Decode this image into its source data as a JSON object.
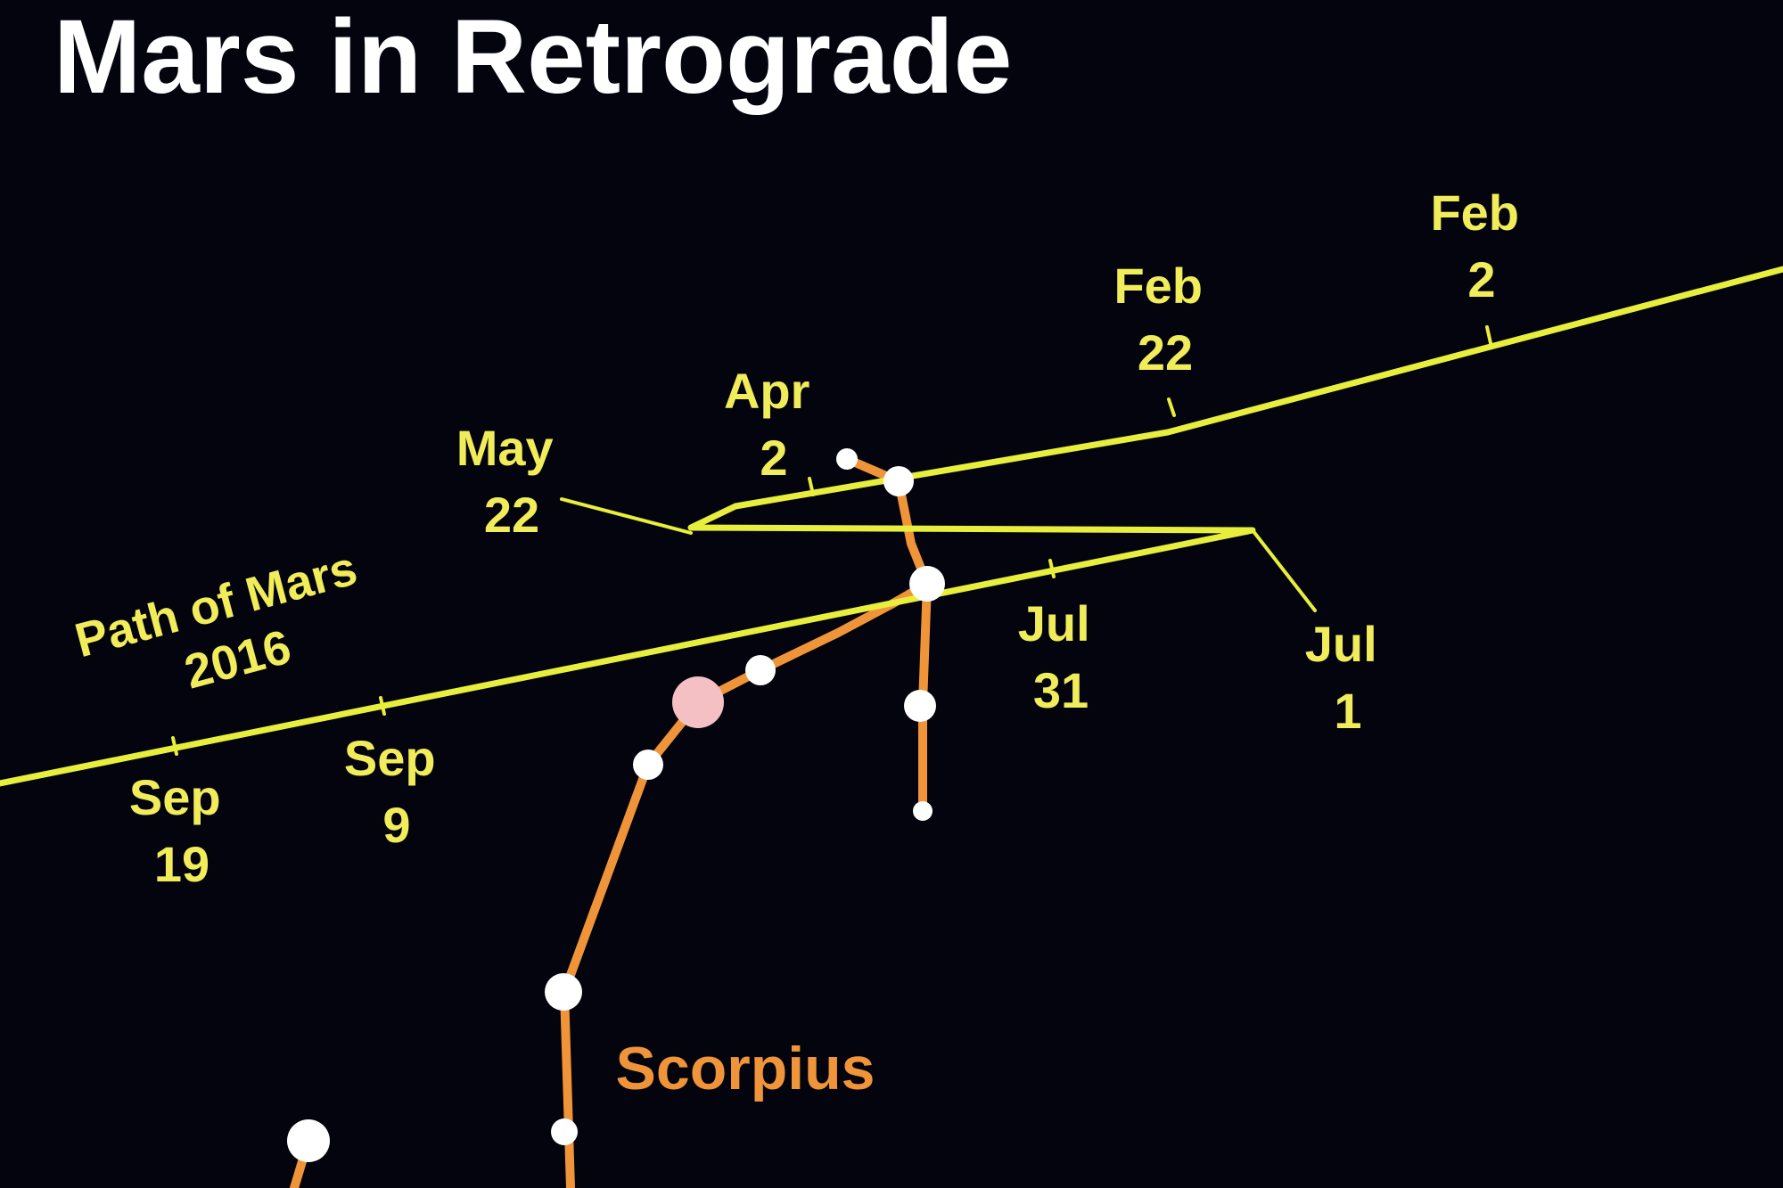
{
  "title": "Mars in Retrograde",
  "colors": {
    "background": "#04040f",
    "path": "#e8ee3c",
    "path_label": "#f0ec5a",
    "constellation": "#f0943a",
    "star": "#ffffff",
    "mars": "#f4c0c4"
  },
  "path_label": {
    "line1": "Path of Mars",
    "line2": "2016"
  },
  "date_labels": [
    {
      "month": "Feb",
      "day": "2"
    },
    {
      "month": "Feb",
      "day": "22"
    },
    {
      "month": "Apr",
      "day": "2"
    },
    {
      "month": "May",
      "day": "22"
    },
    {
      "month": "Jul",
      "day": "1"
    },
    {
      "month": "Jul",
      "day": "31"
    },
    {
      "month": "Sep",
      "day": "9"
    },
    {
      "month": "Sep",
      "day": "19"
    }
  ],
  "constellation_label": "Scorpius"
}
